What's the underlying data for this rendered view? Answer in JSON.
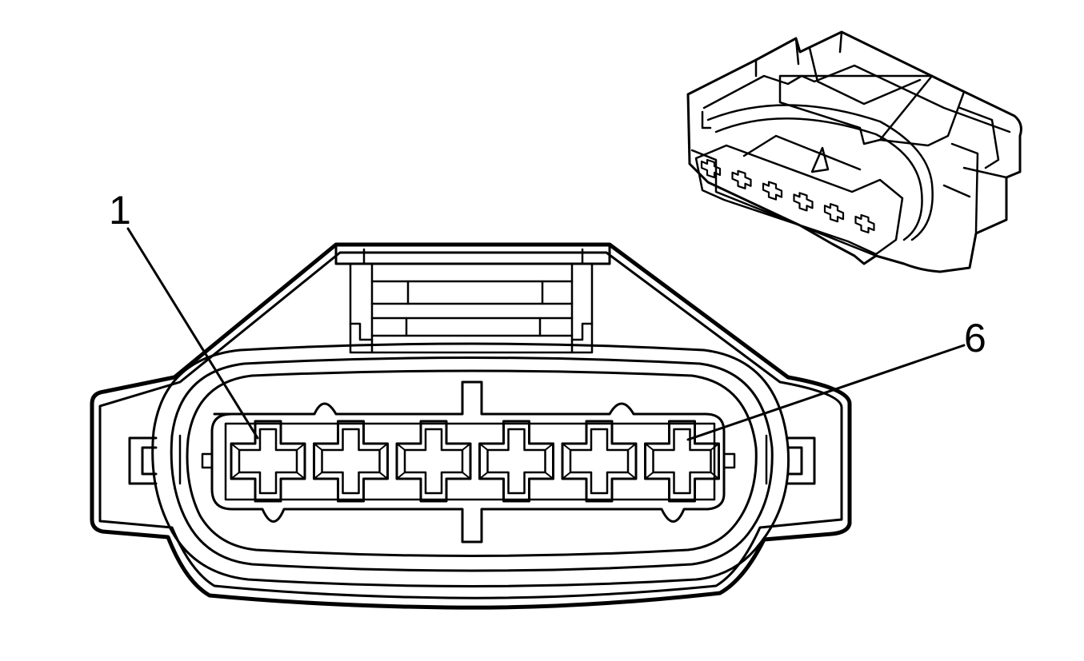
{
  "callouts": {
    "pin_first": "1",
    "pin_last": "6"
  },
  "connector": {
    "terminal_count": 6,
    "line_color": "#000000",
    "background_color": "#ffffff"
  }
}
